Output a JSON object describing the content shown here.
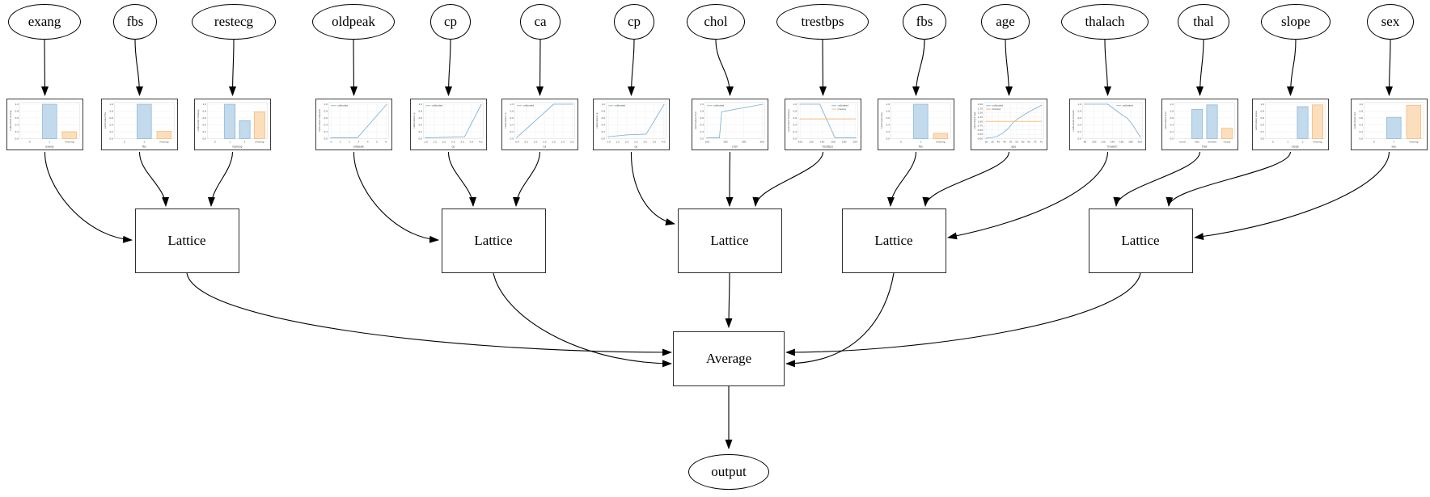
{
  "diagram": {
    "input_nodes": [
      "exang",
      "fbs",
      "restecg",
      "oldpeak",
      "cp",
      "ca",
      "cp",
      "chol",
      "trestbps",
      "fbs",
      "age",
      "thalach",
      "thal",
      "slope",
      "sex"
    ],
    "lattice_nodes": [
      "Lattice",
      "Lattice",
      "Lattice",
      "Lattice",
      "Lattice"
    ],
    "average_label": "Average",
    "output_label": "output",
    "groups": [
      [
        0,
        1,
        2
      ],
      [
        3,
        4,
        5
      ],
      [
        6,
        7,
        8
      ],
      [
        9,
        10,
        11
      ],
      [
        12,
        13,
        14
      ]
    ]
  },
  "colors": {
    "calibrated_line": "#7eb3d8",
    "calibrated_fill": "#c3d9ec",
    "missing_line": "#f9b26c",
    "missing_fill": "#fbdfbd",
    "grid": "#e9e9e9",
    "spine": "#cccccc",
    "text": "#444444",
    "edge": "#000000"
  },
  "chart_data": [
    {
      "type": "bar",
      "feature": "exang",
      "ylabel": "calibrated exang",
      "xlabel": "exang",
      "categories": [
        "0",
        "1",
        "missing"
      ],
      "values": [
        0,
        1.0,
        0.2
      ],
      "bar_colors": [
        "blue",
        "blue",
        "orange"
      ],
      "y_ticks": [
        "0.0",
        "0.2",
        "0.4",
        "0.6",
        "0.8",
        "1.0"
      ]
    },
    {
      "type": "bar",
      "feature": "fbs",
      "ylabel": "calibrated fbs",
      "xlabel": "fbs",
      "categories": [
        "0",
        "1",
        "missing"
      ],
      "values": [
        0,
        1.0,
        0.21
      ],
      "bar_colors": [
        "blue",
        "blue",
        "orange"
      ],
      "y_ticks": [
        "0.0",
        "0.2",
        "0.4",
        "0.6",
        "0.8",
        "1.0"
      ]
    },
    {
      "type": "bar",
      "feature": "restecg",
      "ylabel": "calibrated restecg",
      "xlabel": "restecg",
      "categories": [
        "0",
        "1",
        "2",
        "missing"
      ],
      "values": [
        0,
        1.0,
        0.52,
        0.78
      ],
      "bar_colors": [
        "blue",
        "blue",
        "blue",
        "orange"
      ],
      "y_ticks": [
        "0.0",
        "0.2",
        "0.4",
        "0.6",
        "0.8",
        "1.0"
      ]
    },
    {
      "type": "line",
      "feature": "oldpeak",
      "ylabel": "calibrated oldpeak",
      "xlabel": "oldpeak",
      "x_ticks": [
        "0",
        "1",
        "2",
        "3",
        "4",
        "5",
        "6"
      ],
      "y_ticks": [
        "0.0",
        "0.2",
        "0.4",
        "0.6",
        "0.8",
        "1.0"
      ],
      "series": [
        {
          "name": "calibrated",
          "color": "calibrated",
          "points": [
            [
              0,
              0.02
            ],
            [
              0.48,
              0.02
            ],
            [
              1,
              1.0
            ]
          ]
        }
      ],
      "legend": {
        "loc": "upper-left",
        "entries": [
          "calibrated"
        ]
      }
    },
    {
      "type": "line",
      "feature": "cp",
      "ylabel": "calibrated cp",
      "xlabel": "cp",
      "x_ticks": [
        "1.0",
        "1.5",
        "2.0",
        "2.5",
        "3.0",
        "3.5",
        "4.0"
      ],
      "y_ticks": [
        "0.0",
        "0.2",
        "0.4",
        "0.6",
        "0.8",
        "1.0"
      ],
      "series": [
        {
          "name": "calibrated",
          "color": "calibrated",
          "points": [
            [
              0,
              0.02
            ],
            [
              0.7,
              0.05
            ],
            [
              1,
              1.0
            ]
          ]
        }
      ],
      "legend": {
        "loc": "upper-left",
        "entries": [
          "calibrated"
        ]
      }
    },
    {
      "type": "line",
      "feature": "ca",
      "ylabel": "calibrated ca",
      "xlabel": "ca",
      "x_ticks": [
        "0.0",
        "0.5",
        "1.0",
        "1.5",
        "2.0",
        "2.5",
        "3.0"
      ],
      "y_ticks": [
        "0.0",
        "0.2",
        "0.4",
        "0.6",
        "0.8",
        "1.0"
      ],
      "series": [
        {
          "name": "calibrated",
          "color": "calibrated",
          "points": [
            [
              0,
              0.02
            ],
            [
              0.66,
              1.0
            ],
            [
              1,
              1.0
            ]
          ]
        }
      ],
      "legend": {
        "loc": "upper-left",
        "entries": [
          "calibrated"
        ]
      }
    },
    {
      "type": "line",
      "feature": "cp",
      "ylabel": "calibrated cp",
      "xlabel": "cp",
      "x_ticks": [
        "1.0",
        "1.5",
        "2.0",
        "2.5",
        "3.0",
        "3.5",
        "4.0"
      ],
      "y_ticks": [
        "0.0",
        "0.2",
        "0.4",
        "0.6",
        "0.8",
        "1.0"
      ],
      "series": [
        {
          "name": "calibrated",
          "color": "calibrated",
          "points": [
            [
              0,
              0.05
            ],
            [
              0.35,
              0.11
            ],
            [
              0.68,
              0.13
            ],
            [
              1,
              1.0
            ]
          ]
        }
      ],
      "legend": {
        "loc": "upper-left",
        "entries": [
          "calibrated"
        ]
      }
    },
    {
      "type": "line",
      "feature": "chol",
      "ylabel": "calibrated chol",
      "xlabel": "chol",
      "x_ticks": [
        "200",
        "300",
        "400",
        "500"
      ],
      "y_ticks": [
        "0.0",
        "0.2",
        "0.4",
        "0.6",
        "0.8",
        "1.0"
      ],
      "series": [
        {
          "name": "calibrated",
          "color": "calibrated",
          "points": [
            [
              0,
              0.02
            ],
            [
              0.23,
              0.02
            ],
            [
              0.27,
              0.78
            ],
            [
              0.6,
              0.88
            ],
            [
              1,
              1.0
            ]
          ]
        }
      ],
      "legend": {
        "loc": "upper-left",
        "entries": [
          "calibrated"
        ]
      }
    },
    {
      "type": "line",
      "feature": "trestbps",
      "ylabel": "calibrated trestbps",
      "xlabel": "trestbps",
      "x_ticks": [
        "100",
        "120",
        "140",
        "160",
        "180",
        "200"
      ],
      "y_ticks": [
        "0.0",
        "0.2",
        "0.4",
        "0.6",
        "0.8",
        "1.0"
      ],
      "series": [
        {
          "name": "calibrated",
          "color": "calibrated",
          "points": [
            [
              0,
              1.0
            ],
            [
              0.36,
              1.0
            ],
            [
              0.63,
              0.02
            ],
            [
              1,
              0.02
            ]
          ]
        },
        {
          "name": "missing",
          "color": "missing",
          "points": [
            [
              0,
              0.57
            ],
            [
              1,
              0.57
            ]
          ]
        }
      ],
      "legend": {
        "loc": "upper-right",
        "entries": [
          "calibrated",
          "missing"
        ]
      }
    },
    {
      "type": "bar",
      "feature": "fbs",
      "ylabel": "calibrated fbs",
      "xlabel": "fbs",
      "categories": [
        "0",
        "1",
        "missing"
      ],
      "values": [
        0,
        1.0,
        0.15
      ],
      "bar_colors": [
        "blue",
        "blue",
        "orange"
      ],
      "y_ticks": [
        "0.0",
        "0.2",
        "0.4",
        "0.6",
        "0.8",
        "1.0"
      ]
    },
    {
      "type": "line",
      "feature": "age",
      "ylabel": "calibrated age",
      "xlabel": "age",
      "x_ticks": [
        "30",
        "35",
        "40",
        "45",
        "50",
        "55",
        "60",
        "65",
        "70",
        "75"
      ],
      "y_ticks": [
        "0.00",
        "0.25",
        "0.50",
        "0.75",
        "1.00",
        "1.25",
        "1.50",
        "1.75",
        "2.00"
      ],
      "series": [
        {
          "name": "calibrated",
          "color": "calibrated",
          "points": [
            [
              0,
              0.02
            ],
            [
              0.1,
              0.05
            ],
            [
              0.2,
              0.12
            ],
            [
              0.3,
              0.3
            ],
            [
              0.4,
              0.58
            ],
            [
              0.5,
              0.98
            ],
            [
              0.62,
              1.25
            ],
            [
              0.75,
              1.52
            ],
            [
              0.88,
              1.75
            ],
            [
              1,
              1.95
            ]
          ]
        },
        {
          "name": "missing",
          "color": "missing",
          "points": [
            [
              0,
              1.0
            ],
            [
              1,
              1.0
            ]
          ]
        }
      ],
      "legend": {
        "loc": "upper-left",
        "entries": [
          "calibrated",
          "missing"
        ]
      }
    },
    {
      "type": "line",
      "feature": "thalach",
      "ylabel": "calibrated thalach",
      "xlabel": "thalach",
      "x_ticks": [
        "80",
        "100",
        "120",
        "140",
        "160",
        "180",
        "200"
      ],
      "y_ticks": [
        "0.0",
        "0.2",
        "0.4",
        "0.6",
        "0.8",
        "1.0"
      ],
      "series": [
        {
          "name": "calibrated",
          "color": "calibrated",
          "points": [
            [
              0,
              1.0
            ],
            [
              0.42,
              1.0
            ],
            [
              0.58,
              0.8
            ],
            [
              0.68,
              0.68
            ],
            [
              0.76,
              0.6
            ],
            [
              0.85,
              0.42
            ],
            [
              1,
              0.03
            ]
          ]
        }
      ],
      "legend": {
        "loc": "upper-right",
        "entries": [
          "calibrated"
        ]
      }
    },
    {
      "type": "bar",
      "feature": "thal",
      "ylabel": "calibrated thal",
      "xlabel": "thal",
      "categories": [
        "normal",
        "fixed",
        "reversible",
        "missing"
      ],
      "values": [
        0,
        0.85,
        0.98,
        0.3
      ],
      "bar_colors": [
        "blue",
        "blue",
        "blue",
        "orange"
      ],
      "y_ticks": [
        "0.0",
        "0.2",
        "0.4",
        "0.6",
        "0.8",
        "1.0"
      ]
    },
    {
      "type": "bar",
      "feature": "slope",
      "ylabel": "calibrated slope",
      "xlabel": "slope",
      "categories": [
        "0",
        "1",
        "2",
        "missing"
      ],
      "values": [
        0,
        0,
        0.93,
        0.98
      ],
      "bar_colors": [
        "blue",
        "blue",
        "blue",
        "orange"
      ],
      "y_ticks": [
        "0.0",
        "0.2",
        "0.4",
        "0.6",
        "0.8",
        "1.0"
      ]
    },
    {
      "type": "bar",
      "feature": "sex",
      "ylabel": "calibrated sex",
      "xlabel": "sex",
      "categories": [
        "0",
        "1",
        "missing"
      ],
      "values": [
        0,
        0.62,
        0.97
      ],
      "bar_colors": [
        "blue",
        "blue",
        "orange"
      ],
      "y_ticks": [
        "0.0",
        "0.2",
        "0.4",
        "0.6",
        "0.8",
        "1.0"
      ]
    }
  ]
}
